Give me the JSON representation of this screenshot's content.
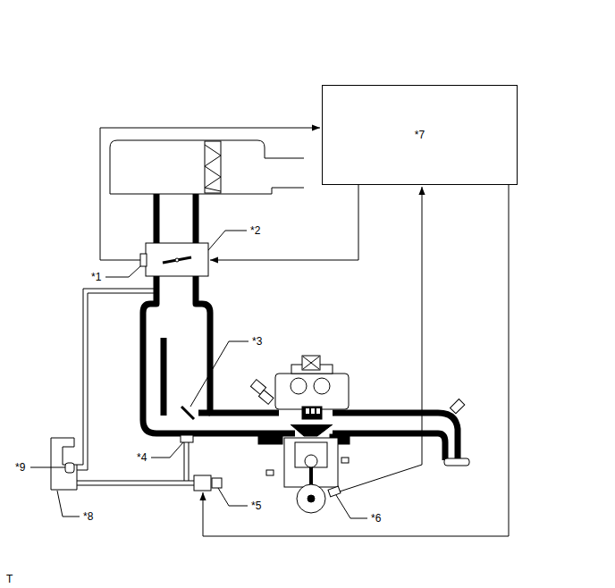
{
  "diagram": {
    "nodes": [
      {
        "text": [
          "*7"
        ]
      }
    ],
    "labels": [
      "*1",
      "*2",
      "*3",
      "*4",
      "*5",
      "*6",
      "*8",
      "*9",
      "T"
    ]
  }
}
